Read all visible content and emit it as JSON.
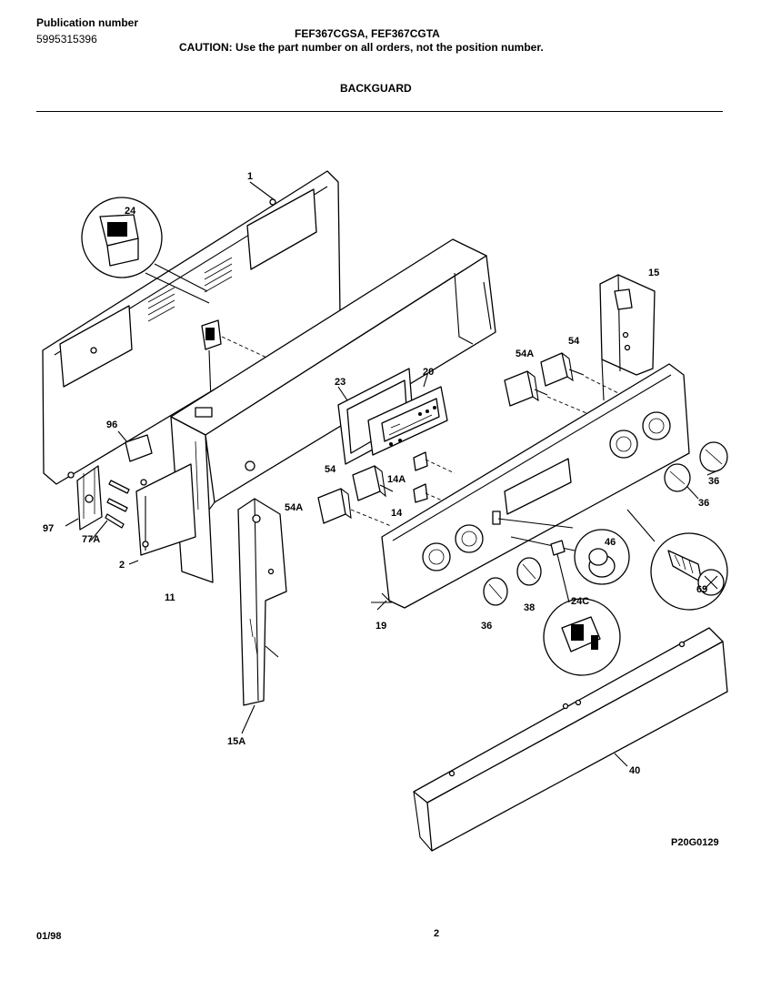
{
  "header": {
    "publication_label": "Publication number",
    "publication_number": "5995315396",
    "models": "FEF367CGSA, FEF367CGTA",
    "caution": "CAUTION:  Use the part number on all orders, not the position number.",
    "section_title": "BACKGUARD"
  },
  "callouts": [
    "1",
    "24",
    "15",
    "54A",
    "54",
    "23",
    "20",
    "96",
    "14A",
    "54",
    "14",
    "54A",
    "36",
    "36",
    "97",
    "77A",
    "2",
    "46",
    "11",
    "38",
    "19",
    "36",
    "69",
    "24C",
    "40",
    "15A"
  ],
  "footer": {
    "drawing_id": "P20G0129",
    "date": "01/98",
    "page": "2"
  }
}
